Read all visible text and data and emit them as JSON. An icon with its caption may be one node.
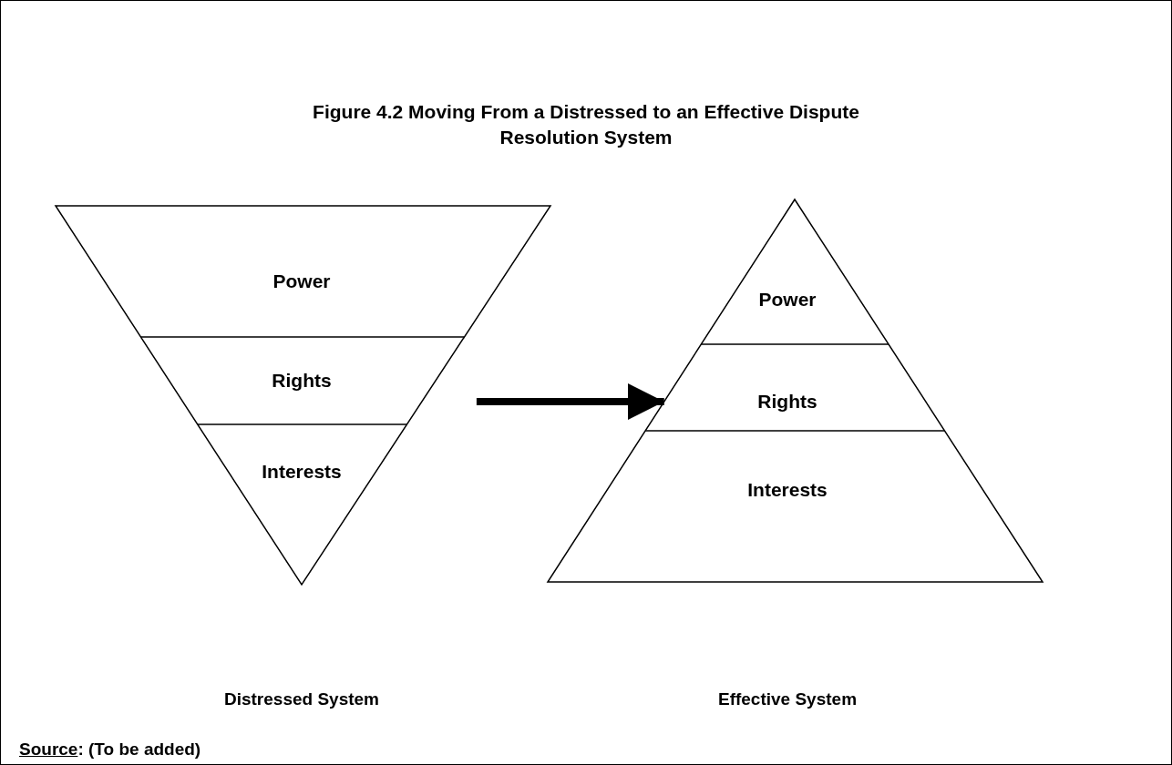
{
  "diagram": {
    "title": "Figure 4.2 Moving From a Distressed to an Effective Dispute Resolution System",
    "nodes": [
      {
        "text": [],
        "shape": "triangle"
      },
      {
        "text": [
          "Power"
        ],
        "in": 0
      },
      {
        "text": [
          "Rights"
        ],
        "in": 0
      },
      {
        "text": [
          "Interests"
        ],
        "in": 0
      },
      {
        "text": [],
        "shape": "triangle"
      },
      {
        "text": [
          "Power"
        ],
        "in": 4
      },
      {
        "text": [
          "Rights"
        ],
        "in": 4
      },
      {
        "text": [
          "Interests"
        ],
        "in": 4
      }
    ],
    "edges": [
      {
        "from": 0,
        "to": 4,
        "arrow": "to"
      }
    ],
    "labels": [
      "Distressed System",
      "Effective System",
      "Source: (To be added)"
    ]
  }
}
